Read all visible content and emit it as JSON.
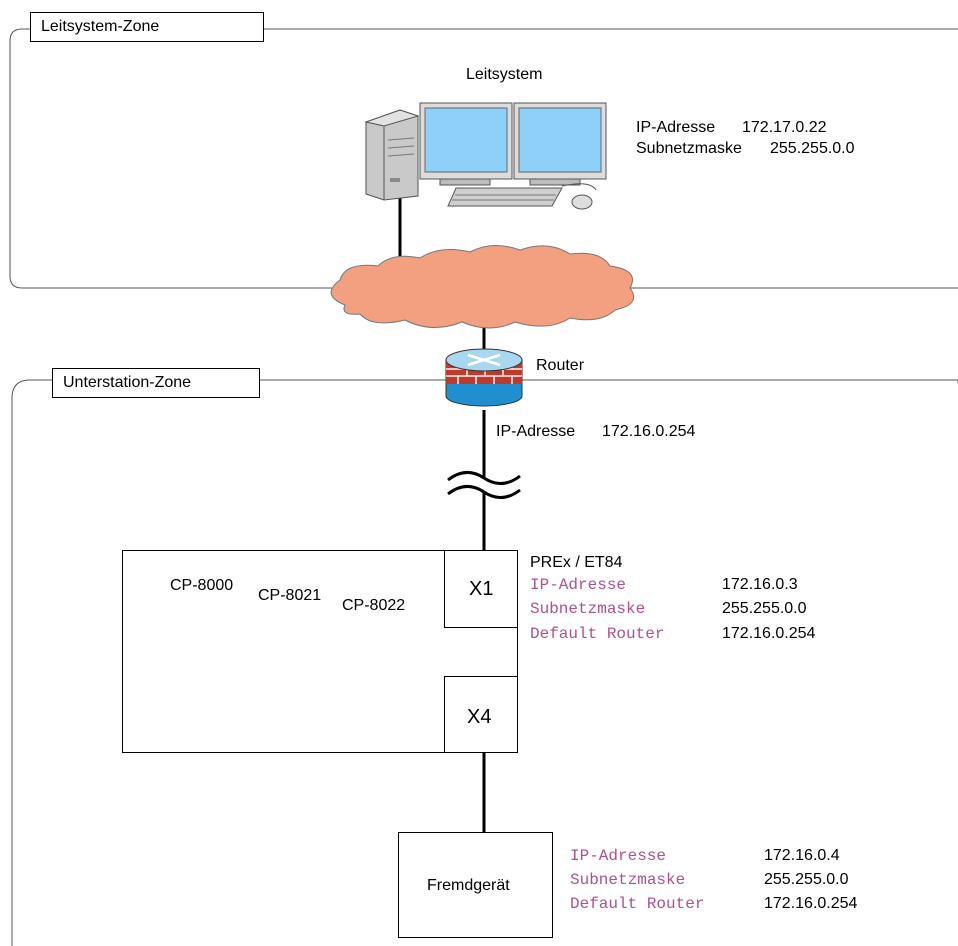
{
  "zones": {
    "control": "Leitsystem-Zone",
    "substation": "Unterstation-Zone"
  },
  "control_system": {
    "title": "Leitsystem",
    "ip_label": "IP-Adresse",
    "ip_value": "172.17.0.22",
    "mask_label": "Subnetzmaske",
    "mask_value": "255.255.0.0"
  },
  "router": {
    "title": "Router",
    "ip_label": "IP-Adresse",
    "ip_value": "172.16.0.254"
  },
  "prex": {
    "title": "PREx / ET84",
    "port_x1": "X1",
    "port_x4": "X4",
    "ip_label": "IP-Adresse",
    "ip_value": "172.16.0.3",
    "mask_label": "Subnetzmaske",
    "mask_value": "255.255.0.0",
    "router_label": "Default Router",
    "router_value": "172.16.0.254",
    "devices": [
      "CP-8000",
      "CP-8021",
      "CP-8022"
    ]
  },
  "foreign_device": {
    "title": "Fremdgerät",
    "ip_label": "IP-Adresse",
    "ip_value": "172.16.0.4",
    "mask_label": "Subnetzmaske",
    "mask_value": "255.255.0.0",
    "router_label": "Default Router",
    "router_value": "172.16.0.254"
  },
  "colors": {
    "cloud": "#f2a07f",
    "router_top": "#a8d8f0",
    "router_body": "#1f8fd0",
    "brick": "#c0392b",
    "monitor_screen": "#8fd0f8",
    "config_label": "#b0508e"
  }
}
